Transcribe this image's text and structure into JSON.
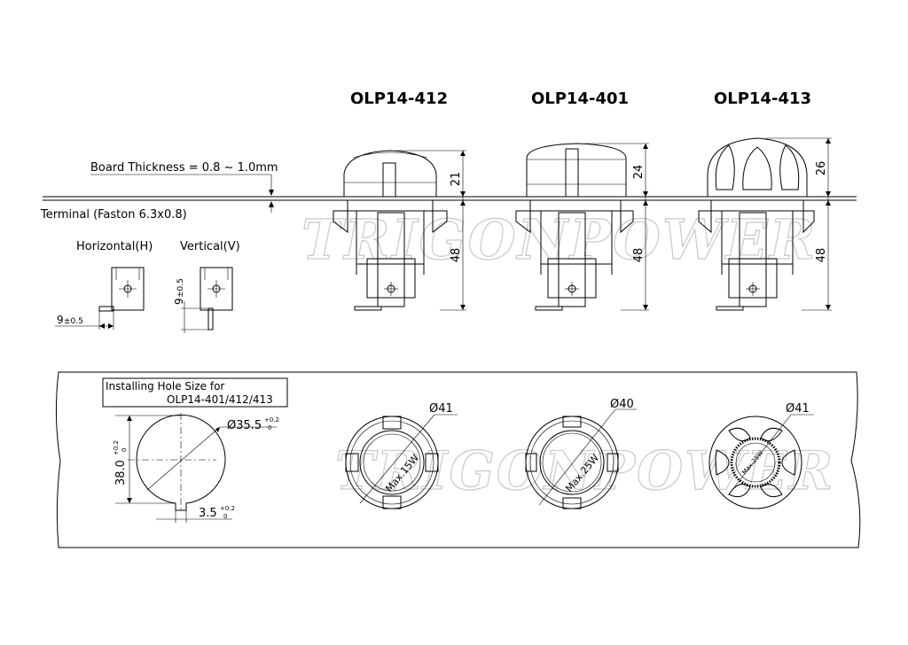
{
  "models": {
    "m412": "OLP14-412",
    "m401": "OLP14-401",
    "m413": "OLP14-413"
  },
  "notes": {
    "board_thickness": "Board Thickness = 0.8 ~ 1.0mm",
    "terminal": "Terminal (Faston 6.3x0.8)",
    "horizontal": "Horizontal(H)",
    "vertical": "Vertical(V)"
  },
  "dims": {
    "h412_top": "21",
    "h401_top": "24",
    "h413_top": "26",
    "h_bottom": "48",
    "term_h": "9",
    "term_v": "9",
    "term_tol": "±0.5"
  },
  "installing": {
    "line1": "Installing Hole Size for",
    "line2": "OLP14-401/412/413",
    "dia": "Ø35.5",
    "dia_tol_top": "+0.2",
    "dia_tol_bot": "0",
    "height": "38.0",
    "height_tol_top": "+0.2",
    "height_tol_bot": "0",
    "slot": "3.5",
    "slot_tol_top": "+0.2",
    "slot_tol_bot": "0"
  },
  "top_views": {
    "d412": "Ø41",
    "p412": "Max.15W",
    "d401": "Ø40",
    "p401": "Max.25W",
    "d413": "Ø41",
    "p413": "Max.25W"
  },
  "watermark": "TRIGONPOWER"
}
